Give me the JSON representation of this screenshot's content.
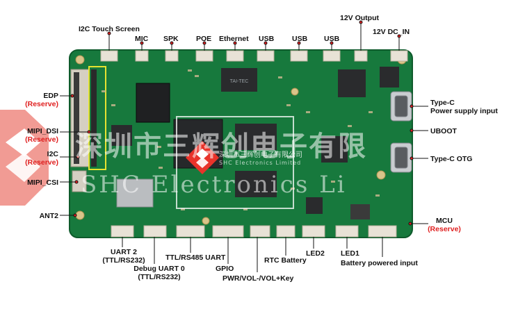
{
  "labels": {
    "i2c_touch": "I2C Touch Screen",
    "mic": "MIC",
    "spk": "SPK",
    "poe": "POE",
    "ethernet": "Ethernet",
    "usb1": "USB",
    "usb2": "USB",
    "usb3": "USB",
    "output_12v": "12V Output",
    "dc_in": "12V DC_IN",
    "edp": "EDP",
    "edp_res": "(Reserve)",
    "mipi_dsi": "MIPI_DSI",
    "mipi_dsi_res": "(Reserve)",
    "i2c": "I2C",
    "i2c_res": "(Reserve)",
    "mipi_csi": "MIPI_CSI",
    "ant2": "ANT2",
    "typec_power_1": "Type-C",
    "typec_power_2": "Power supply input",
    "uboot": "UBOOT",
    "typec_otg": "Type-C OTG",
    "mcu": "MCU",
    "mcu_res": "(Reserve)",
    "uart2_1": "UART 2",
    "uart2_2": "(TTL/RS232)",
    "debug_uart_1": "Debug UART 0",
    "debug_uart_2": "(TTL/RS232)",
    "ttl_rs485": "TTL/RS485 UART",
    "gpio": "GPIO",
    "pwr_key": "PWR/VOL-/VOL+Key",
    "rtc_battery": "RTC Battery",
    "led2": "LED2",
    "led1": "LED1",
    "batt_input": "Battery powered input"
  },
  "watermark": {
    "cn": "深圳市三辉创电子有限",
    "en": "SHC Electronics Li",
    "small_cn": "深圳市三辉创电子有限公司",
    "small_en": "SHC Electronics Limited"
  },
  "colors": {
    "pcb": "#17793d",
    "reserve": "#e02020",
    "logo": "#e8332a"
  }
}
